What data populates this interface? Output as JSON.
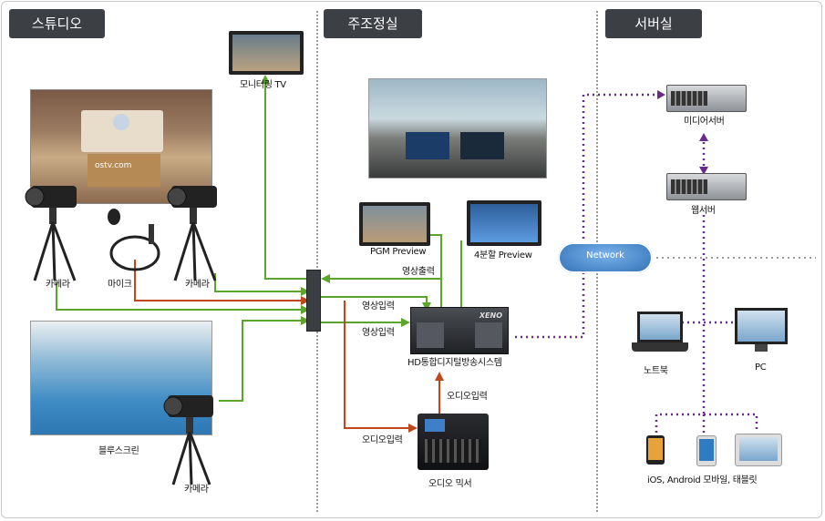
{
  "sections": {
    "studio": "스튜디오",
    "control": "주조정실",
    "server": "서버실"
  },
  "labels": {
    "monitor_tv": "모니터링 TV",
    "camera_1": "카메라",
    "mic": "마이크",
    "camera_2": "카메라",
    "blue_screen": "블루스크린",
    "camera_3": "카메라",
    "pgm_preview": "PGM Preview",
    "quad_preview": "4분할 Preview",
    "video_out": "영상출력",
    "video_in_1": "영상입력",
    "video_in_2": "영상입력",
    "hd_system": "HD통합디지털방송시스템",
    "audio_in_1": "오디오입력",
    "audio_in_2": "오디오입력",
    "audio_mixer": "오디오 믹서",
    "xeno_brand": "XENO",
    "network": "Network",
    "media_server": "미디어서버",
    "web_server": "웹서버",
    "notebook": "노트북",
    "pc": "PC",
    "mobile": "iOS, Android 모바일, 태블릿",
    "studio_sign": "ostv.com"
  },
  "colors": {
    "green": "#5aa52a",
    "red": "#c0461b",
    "purple": "#6b2b8c",
    "header_bg": "#3c3f44",
    "network_blue": "#3f7fc8"
  }
}
